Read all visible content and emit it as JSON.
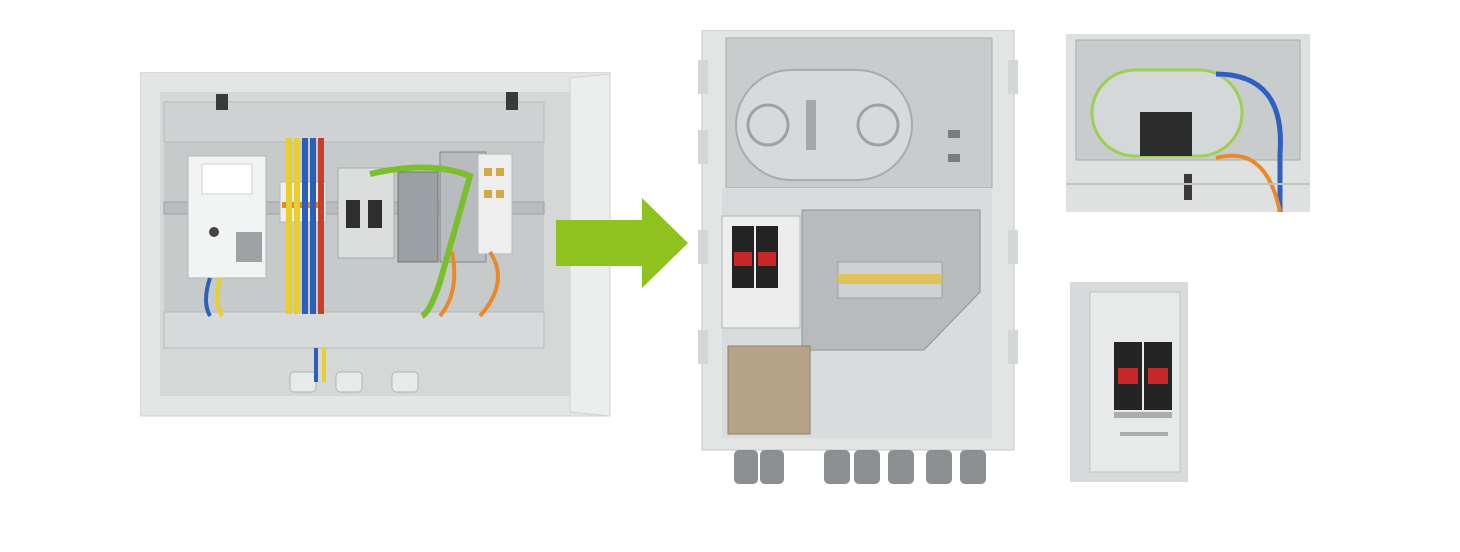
{
  "scene": {
    "left_cabinet": {
      "components": [
        "din-rail",
        "power-supply",
        "terminal-blocks",
        "ethernet-switch",
        "patch-panel",
        "cable-glands"
      ],
      "cable_colors": {
        "yellow": "#e8cf2b",
        "blue": "#2c5fb8",
        "red": "#c8402a",
        "orange": "#e8892b",
        "green": "#7cbf2c",
        "grey": "#9aa0a4"
      }
    },
    "arrow": {
      "color": "#8dc21f"
    },
    "center_enclosure": {
      "components": [
        "fiber-splice-tray",
        "surge-protector",
        "din-rail",
        "mounting-plate",
        "metal-box",
        "cable-glands"
      ]
    },
    "detail_top": {
      "components": [
        "splice-tray-detail",
        "blue-fiber-cable",
        "orange-fiber-cable"
      ]
    },
    "detail_bottom": {
      "components": [
        "surge-protector-detail"
      ]
    }
  }
}
